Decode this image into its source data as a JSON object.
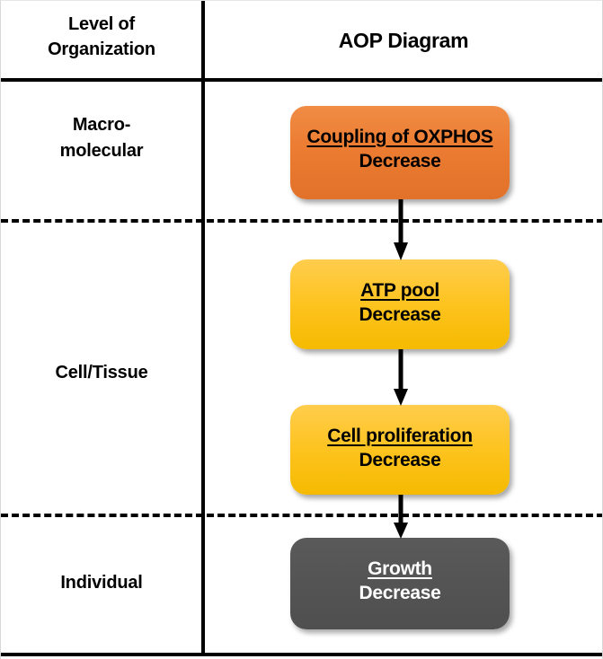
{
  "figure": {
    "columns": {
      "left_header": "Level of\nOrganization",
      "left_header_line1": "Level of",
      "left_header_line2": "Organization",
      "right_header": "AOP Diagram"
    },
    "levels": [
      {
        "id": "macromolecular",
        "label_line1": "Macro-",
        "label_line2": "molecular"
      },
      {
        "id": "cell-tissue",
        "label": "Cell/Tissue"
      },
      {
        "id": "individual",
        "label": "Individual"
      }
    ],
    "nodes": [
      {
        "id": "coupling-of-oxphos",
        "title": "Coupling of OXPHOS",
        "direction": "Decrease",
        "color": "#ec7c31",
        "text_color": "#000000",
        "level": "macromolecular"
      },
      {
        "id": "atp-pool",
        "title": "ATP pool",
        "direction": "Decrease",
        "color": "#fdc31f",
        "text_color": "#000000",
        "level": "cell-tissue"
      },
      {
        "id": "cell-proliferation",
        "title": "Cell proliferation",
        "direction": "Decrease",
        "color": "#fdc31f",
        "text_color": "#000000",
        "level": "cell-tissue"
      },
      {
        "id": "growth",
        "title": "Growth",
        "direction": "Decrease",
        "color": "#545454",
        "text_color": "#ffffff",
        "level": "individual"
      }
    ],
    "edges": [
      {
        "from": "coupling-of-oxphos",
        "to": "atp-pool"
      },
      {
        "from": "atp-pool",
        "to": "cell-proliferation"
      },
      {
        "from": "cell-proliferation",
        "to": "growth"
      }
    ],
    "dividers": {
      "style": "dashed",
      "color": "#000000",
      "count": 2
    }
  }
}
